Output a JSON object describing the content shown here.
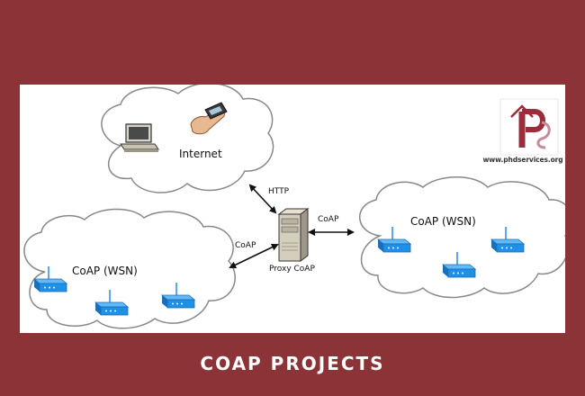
{
  "title": "COAP PROJECTS",
  "logo": {
    "url": "www.phdservices.org"
  },
  "diagram": {
    "internet_label": "Internet",
    "left_cloud_label": "CoAP (WSN)",
    "right_cloud_label": "CoAP (WSN)",
    "proxy_label": "Proxy CoAP",
    "edges": {
      "http": "HTTP",
      "coap_left": "CoAP",
      "coap_right": "CoAP"
    }
  },
  "colors": {
    "background": "#8b3336",
    "panel": "#ffffff",
    "sensor_blue": "#1e90e6",
    "logo_red": "#9b2c3a"
  }
}
